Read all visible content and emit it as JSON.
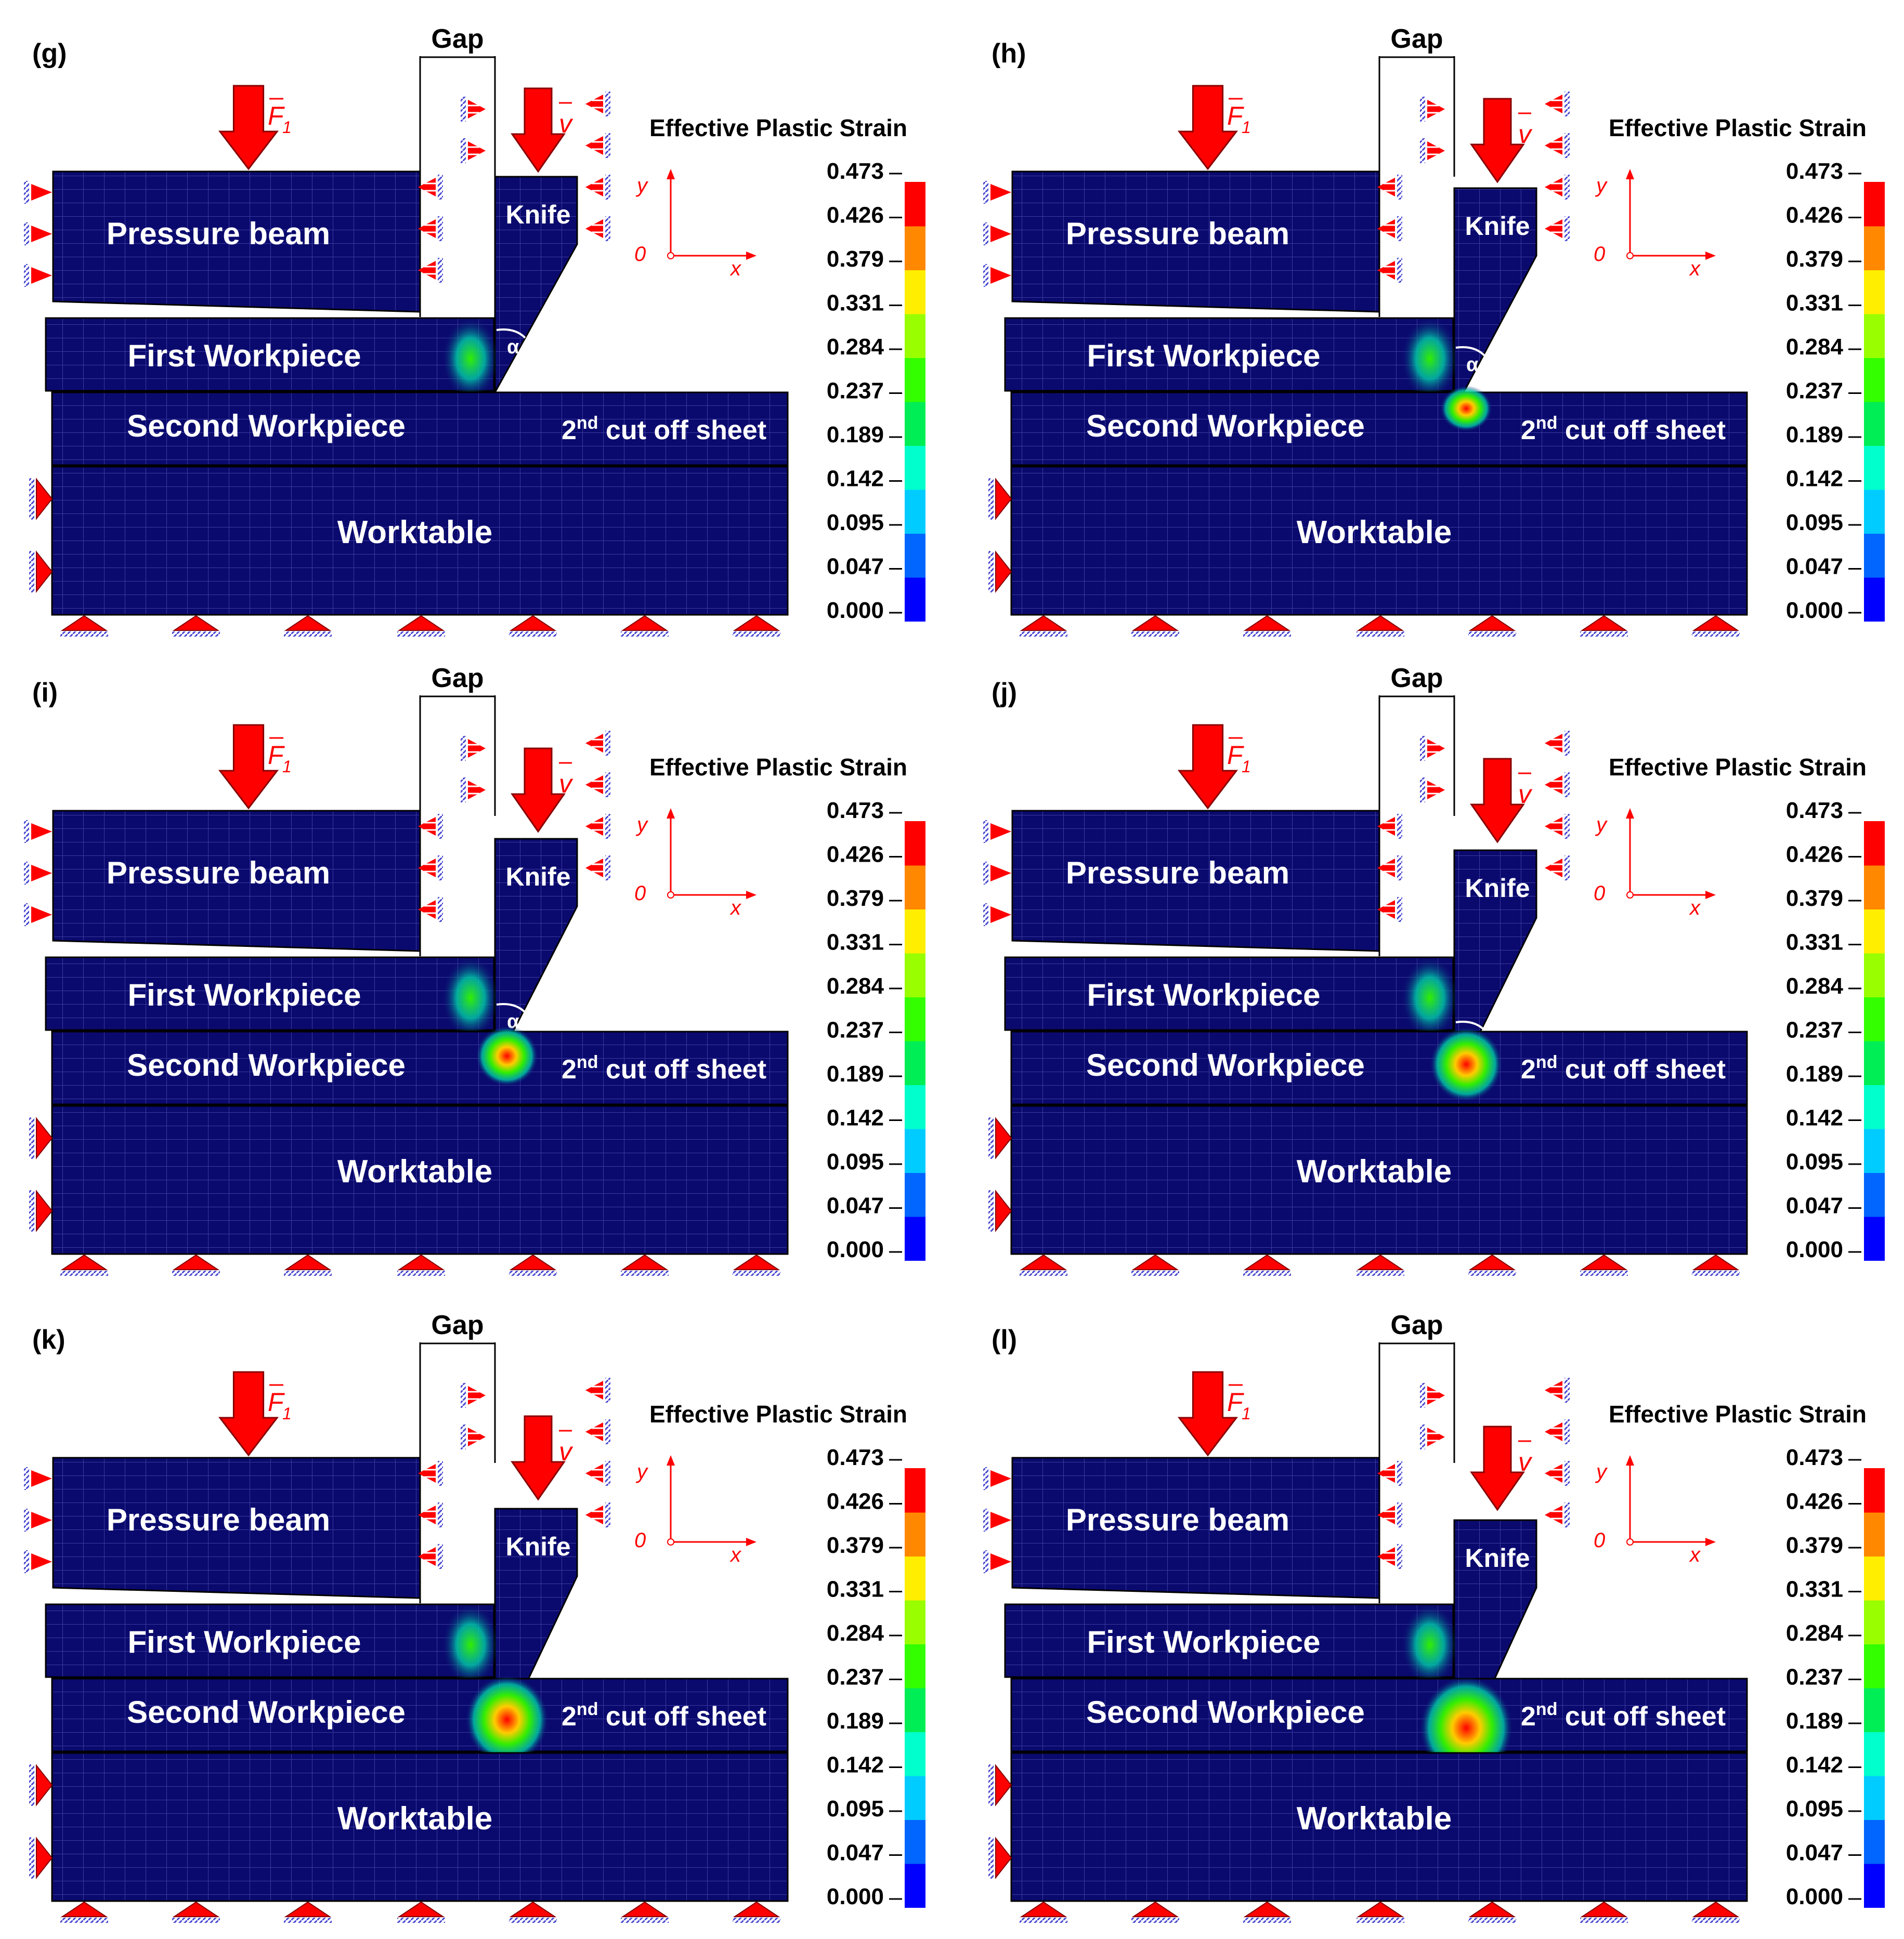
{
  "colors": {
    "body": "#0a0a6e",
    "mesh": "#3a3aa0",
    "arrow": "#ff0000",
    "hatch": "#4a4ad0",
    "scale": [
      "#0000ff",
      "#0066ff",
      "#00ccff",
      "#00ffcc",
      "#00ee55",
      "#33ff00",
      "#99ff00",
      "#ffee00",
      "#ff8800",
      "#ff0000"
    ]
  },
  "legend": {
    "title": "Effective Plastic Strain",
    "ticks": [
      "0.473",
      "0.426",
      "0.379",
      "0.331",
      "0.284",
      "0.237",
      "0.189",
      "0.142",
      "0.095",
      "0.047",
      "0.000"
    ]
  },
  "common": {
    "gap": "Gap",
    "force": "F",
    "force_sub": "1",
    "velocity": "v",
    "knife": "Knife",
    "pressure_beam": "Pressure beam",
    "first_workpiece": "First Workpiece",
    "second_workpiece": "Second Workpiece",
    "worktable": "Worktable",
    "cutoff_sup": "nd",
    "cutoff_pre": "2",
    "cutoff_rest": "cut off sheet",
    "alpha": "α",
    "axis_y": "y",
    "axis_x": "x",
    "axis_origin": "0"
  },
  "panels": [
    {
      "id": "g",
      "label": "(g)",
      "stage": 0.0
    },
    {
      "id": "h",
      "label": "(h)",
      "stage": 0.2
    },
    {
      "id": "i",
      "label": "(i)",
      "stage": 0.4
    },
    {
      "id": "j",
      "label": "(j)",
      "stage": 0.6
    },
    {
      "id": "k",
      "label": "(k)",
      "stage": 0.8
    },
    {
      "id": "l",
      "label": "(l)",
      "stage": 1.0
    }
  ]
}
